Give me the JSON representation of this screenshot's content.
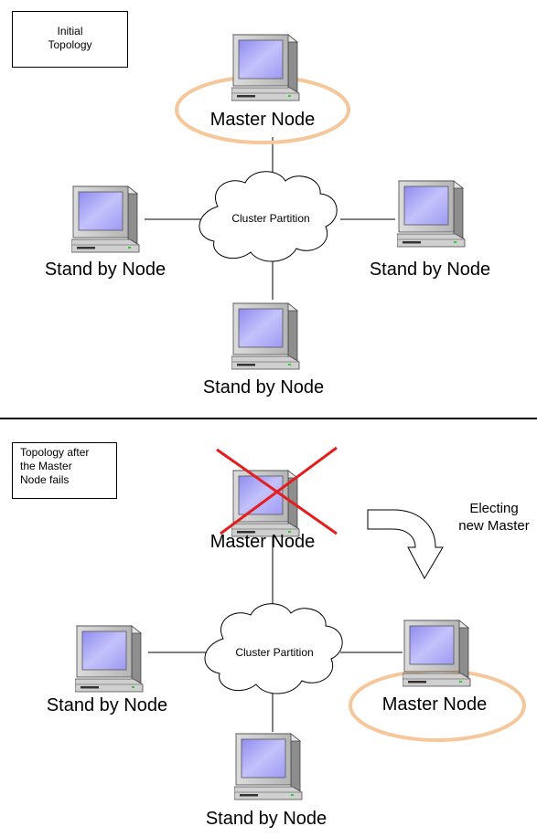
{
  "top_panel": {
    "caption": "Initial\nTopology",
    "cloud_label": "Cluster Partition",
    "master_label": "Master Node",
    "standby_left_label": "Stand by Node",
    "standby_right_label": "Stand by Node",
    "standby_bottom_label": "Stand by Node"
  },
  "bottom_panel": {
    "caption": "Topology after\nthe Master\nNode fails",
    "cloud_label": "Cluster Partition",
    "failed_master_label": "Master Node",
    "new_master_label": "Master Node",
    "standby_left_label": "Stand by Node",
    "standby_bottom_label": "Stand by Node",
    "electing_label": "Electing\nnew Master"
  },
  "colors": {
    "master_highlight": "#F5C79A",
    "failure_cross": "#E41E1E",
    "screen": "#B9B7F5",
    "computer_body": "#C9C9C9"
  },
  "icons": {
    "computer": "computer-icon",
    "cloud": "cloud-icon",
    "failure": "cross-icon",
    "election_arrow": "curved-arrow-icon"
  }
}
